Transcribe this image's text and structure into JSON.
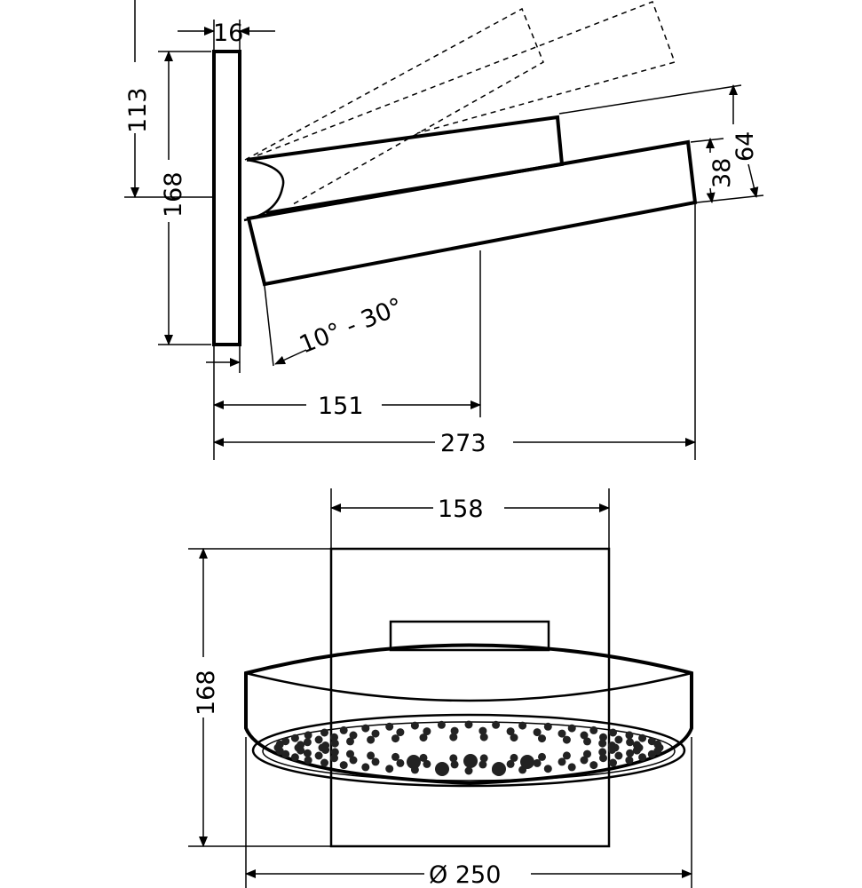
{
  "side_view": {
    "dim_plate_thickness": "16",
    "dim_top_offset": "113",
    "dim_plate_height": "168",
    "dim_arm_height": "64",
    "dim_head_thickness": "38",
    "dim_angle": "10° - 30°",
    "dim_arm_reach": "151",
    "dim_total_reach": "273"
  },
  "front_view": {
    "dim_plate_width": "158",
    "dim_plate_height": "168",
    "dim_diameter": "Ø 250"
  }
}
